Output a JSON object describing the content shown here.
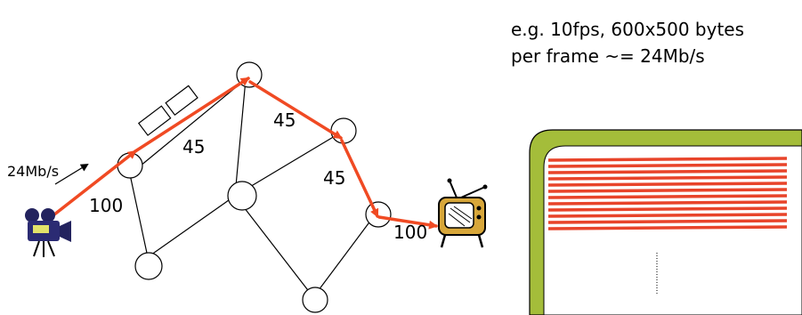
{
  "annotation": {
    "line1": "e.g. 10fps, 600x500 bytes",
    "line2": "per frame ~= 24Mb/s"
  },
  "rate_label": "24Mb/s",
  "link_labels": {
    "camera_link": "100",
    "first_hop": "45",
    "second_hop": "45",
    "third_hop": "45",
    "tv_link": "100"
  },
  "colors": {
    "path": "#f04a23",
    "buffer_frame": "#a4bd3a",
    "buffer_stripe": "#e8442a",
    "node_stroke": "#000000"
  },
  "icons": {
    "source": "video-camera-icon",
    "destination": "television-icon",
    "packets": "packet-icon"
  }
}
